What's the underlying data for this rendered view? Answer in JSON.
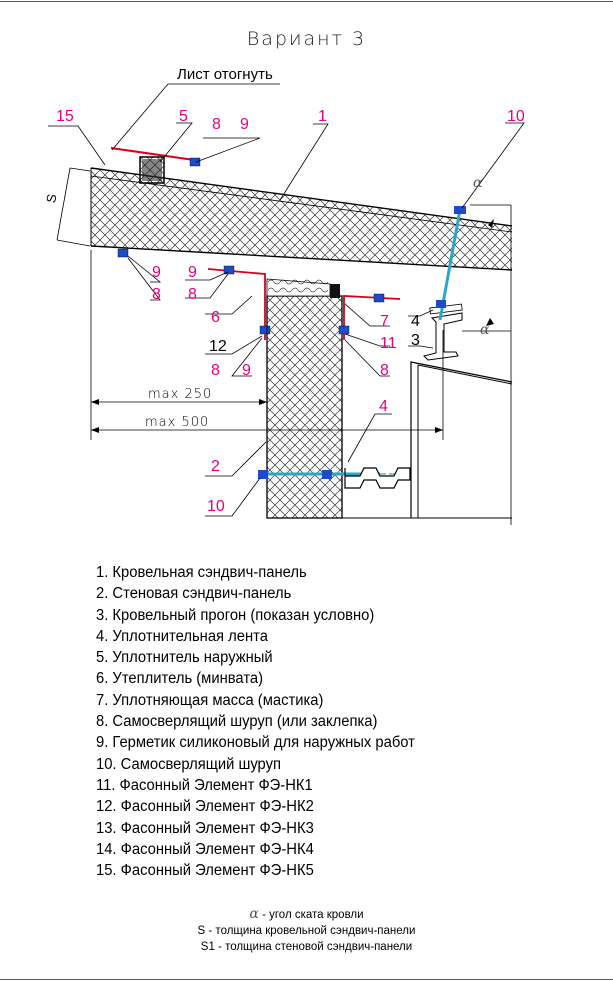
{
  "title": "Вариант 3",
  "callout_top": "Лист отогнуть",
  "dims": {
    "s": "S",
    "max250": "max 250",
    "max500": "max 500",
    "alpha": "α"
  },
  "labels": {
    "l15": "15",
    "l5": "5",
    "l8a": "8",
    "l9a": "9",
    "l1": "1",
    "l10a": "10",
    "l9b": "9",
    "l8b": "8",
    "l9c": "9",
    "l8c": "8",
    "l6": "6",
    "l7": "7",
    "l4a": "4",
    "l3": "3",
    "l12": "12",
    "l11": "11",
    "l8d": "8",
    "l9d": "9",
    "l8e": "8",
    "l4b": "4",
    "l2": "2",
    "l10b": "10"
  },
  "legend": [
    "1. Кровельная сэндвич-панель",
    "2. Стеновая сэндвич-панель",
    "3. Кровельный прогон (показан условно)",
    "4. Уплотнительная лента",
    "5. Уплотнитель наружный",
    "6. Утеплитель (минвата)",
    "7. Уплотняющая масса (мастика)",
    "8. Самосверлящий шуруп (или заклепка)",
    "9. Герметик силиконовый для наружных работ",
    "10. Самосверлящий шуруп",
    "11. Фасонный Элемент ФЭ-НК1",
    "12. Фасонный Элемент ФЭ-НК2",
    "13. Фасонный Элемент ФЭ-НК3",
    "14. Фасонный Элемент ФЭ-НК4",
    "15. Фасонный Элемент ФЭ-НК5"
  ],
  "notes": {
    "alpha_symbol": "α",
    "alpha_text": " - угол ската кровли",
    "s_text": "S - толщина кровельной сэндвич-панели",
    "s1_text": "S1 - толщина стеновой сэндвич-панели"
  },
  "colors": {
    "magenta": "#e6007e",
    "red": "#d9001b",
    "blue": "#1e4bc8",
    "cyan": "#2aa7c8",
    "green": "#27a33a",
    "frame": "#3b5ba8"
  }
}
